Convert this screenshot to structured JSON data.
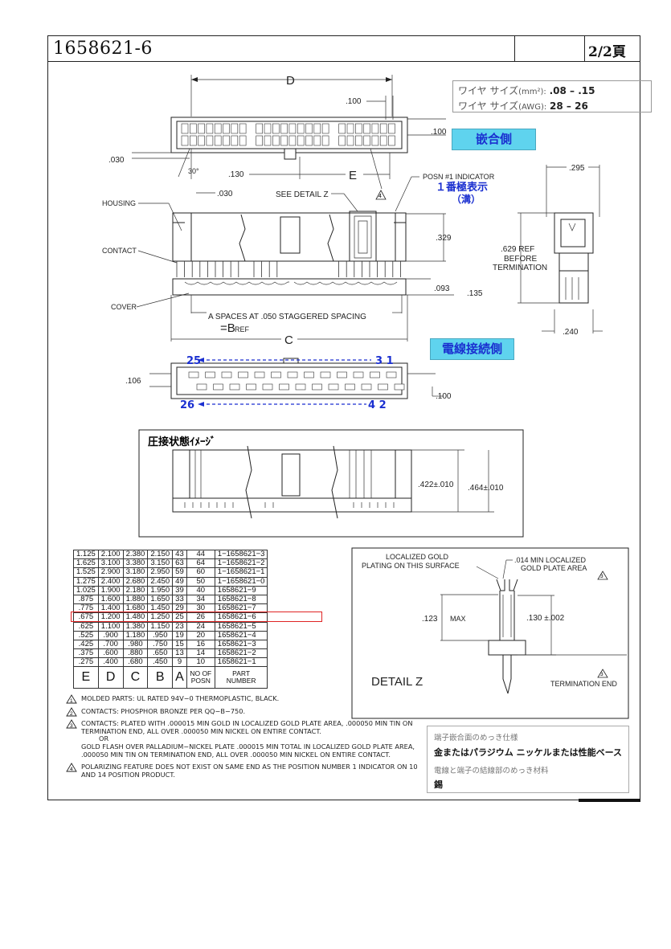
{
  "title": {
    "part_number": "1658621-6",
    "page": "2/2頁"
  },
  "wire_spec": {
    "size_mm2_label": "ワイヤ サイズ",
    "size_mm2_unit": "(mm²):",
    "size_mm2_value": ".08 – .15",
    "size_awg_label": "ワイヤ サイズ",
    "size_awg_unit": "(AWG):",
    "size_awg_value": "28 – 26"
  },
  "tags": {
    "mating_side": "嵌合側",
    "wire_side": "電線接続側"
  },
  "drawing_labels": {
    "d": "D",
    "e": "E",
    "c": "C",
    "a_spaces": "A  SPACES  AT  .050  STAGGERED  SPACING",
    "b_ref": "=B",
    "b_ref_sub": "REF",
    "dim_100_top": ".100",
    "dim_100_right": ".100",
    "dim_030_left": ".030",
    "dim_30deg": "30°",
    "dim_130": ".130",
    "dim_030_bottom": ".030",
    "see_detail_z": "SEE  DETAIL  Z",
    "posn_indicator": "POSN  #1  INDICATOR",
    "posn_jp_1": "１番極表示",
    "posn_jp_2": "（溝）",
    "housing": "HOUSING",
    "contact": "CONTACT",
    "cover": "COVER",
    "dim_329": ".329",
    "dim_093": ".093",
    "dim_135": ".135",
    "dim_295": ".295",
    "dim_629": ".629  REF",
    "before": "BEFORE",
    "termination": "TERMINATION",
    "dim_240": ".240",
    "dim_106": ".106",
    "dim_100_lower": ".100",
    "pin_25": "25",
    "pin_31": "3  1",
    "pin_26": "26",
    "pin_42": "4  2",
    "pressed_title": "圧接状態ｲﾒｰｼﾞ",
    "dim_422": ".422±.010",
    "dim_464": ".464±.010"
  },
  "detail_z": {
    "localized_gold": "LOCALIZED  GOLD",
    "plating_surface": "PLATING  ON  THIS  SURFACE",
    "min_localized": ".014  MIN  LOCALIZED",
    "gold_plate_area": "GOLD  PLATE  AREA",
    "dim_123": ".123",
    "max": "MAX",
    "dim_130": ".130 ±.002",
    "detail_z": "DETAIL  Z",
    "termination_end": "TERMINATION  END"
  },
  "table": {
    "headers": [
      "E",
      "D",
      "C",
      "B",
      "A",
      "NO  OF POSN",
      "PART NUMBER"
    ],
    "rows": [
      [
        "1.125",
        "2.100",
        "2.380",
        "2.150",
        "43",
        "44",
        "1−1658621−3"
      ],
      [
        "1.625",
        "3.100",
        "3.380",
        "3.150",
        "63",
        "64",
        "1−1658621−2"
      ],
      [
        "1.525",
        "2.900",
        "3.180",
        "2.950",
        "59",
        "60",
        "1−1658621−1"
      ],
      [
        "1.275",
        "2.400",
        "2.680",
        "2.450",
        "49",
        "50",
        "1−1658621−0"
      ],
      [
        "1.025",
        "1.900",
        "2.180",
        "1.950",
        "39",
        "40",
        "1658621−9"
      ],
      [
        ".875",
        "1.600",
        "1.880",
        "1.650",
        "33",
        "34",
        "1658621−8"
      ],
      [
        ".775",
        "1.400",
        "1.680",
        "1.450",
        "29",
        "30",
        "1658621−7"
      ],
      [
        ".675",
        "1.200",
        "1.480",
        "1.250",
        "25",
        "26",
        "1658621−6"
      ],
      [
        ".625",
        "1.100",
        "1.380",
        "1.150",
        "23",
        "24",
        "1658621−5"
      ],
      [
        ".525",
        ".900",
        "1.180",
        ".950",
        "19",
        "20",
        "1658621−4"
      ],
      [
        ".425",
        ".700",
        ".980",
        ".750",
        "15",
        "16",
        "1658621−3"
      ],
      [
        ".375",
        ".600",
        ".880",
        ".650",
        "13",
        "14",
        "1658621−2"
      ],
      [
        ".275",
        ".400",
        ".680",
        ".450",
        "9",
        "10",
        "1658621−1"
      ]
    ],
    "highlight_color": "#e02424"
  },
  "notes": [
    {
      "num": "1",
      "text": "MOLDED  PARTS:  UL  RATED  94V−0  THERMOPLASTIC,  BLACK."
    },
    {
      "num": "2",
      "text": "CONTACTS:  PHOSPHOR  BRONZE  PER  QQ−B−750."
    },
    {
      "num": "3",
      "text": "CONTACTS:  PLATED  WITH  .000015  MIN  GOLD  IN  LOCALIZED  GOLD  PLATE  AREA,  .000050  MIN  TIN  ON  TERMINATION  END,  ALL  OVER  .000050  MIN  NICKEL  ON  ENTIRE  CONTACT.",
      "or": "OR",
      "text2": "GOLD  FLASH  OVER  PALLADIUM−NICKEL  PLATE  .000015  MIN  TOTAL  IN  LOCALIZED  GOLD  PLATE  AREA,  .000050  MIN  TIN  ON  TERMINATION  END,  ALL  OVER  .000050  MIN  NICKEL  ON  ENTIRE  CONTACT."
    },
    {
      "num": "4",
      "text": "POLARIZING  FEATURE  DOES  NOT  EXIST  ON  SAME  END  AS  THE   POSITION  NUMBER  1  INDICATOR  ON  10  AND  14  POSITION  PRODUCT."
    }
  ],
  "plating": {
    "mating_label": "端子嵌合面のめっき仕様",
    "mating_value": "金またはパラジウム ニッケルまたは性能ベース",
    "termination_label": "電線と端子の結線部のめっき材料",
    "termination_value": "錫"
  }
}
